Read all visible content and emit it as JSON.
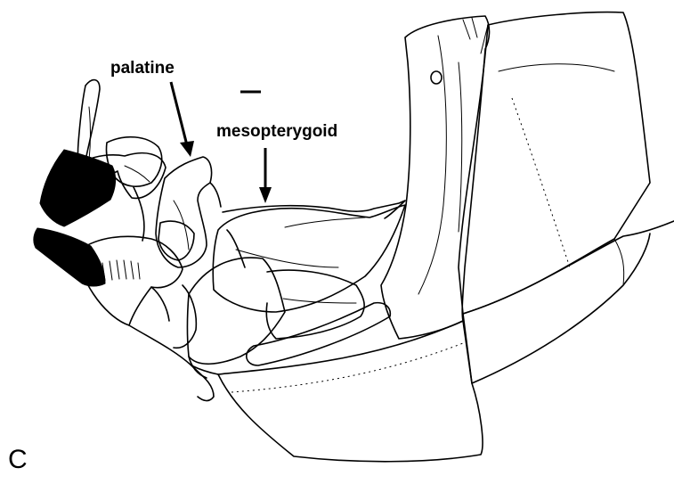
{
  "figure": {
    "labels": {
      "palatine": "palatine",
      "mesopterygoid": "mesopterygoid",
      "panel": "C"
    },
    "colors": {
      "ink": "#000000",
      "background": "#ffffff"
    }
  }
}
